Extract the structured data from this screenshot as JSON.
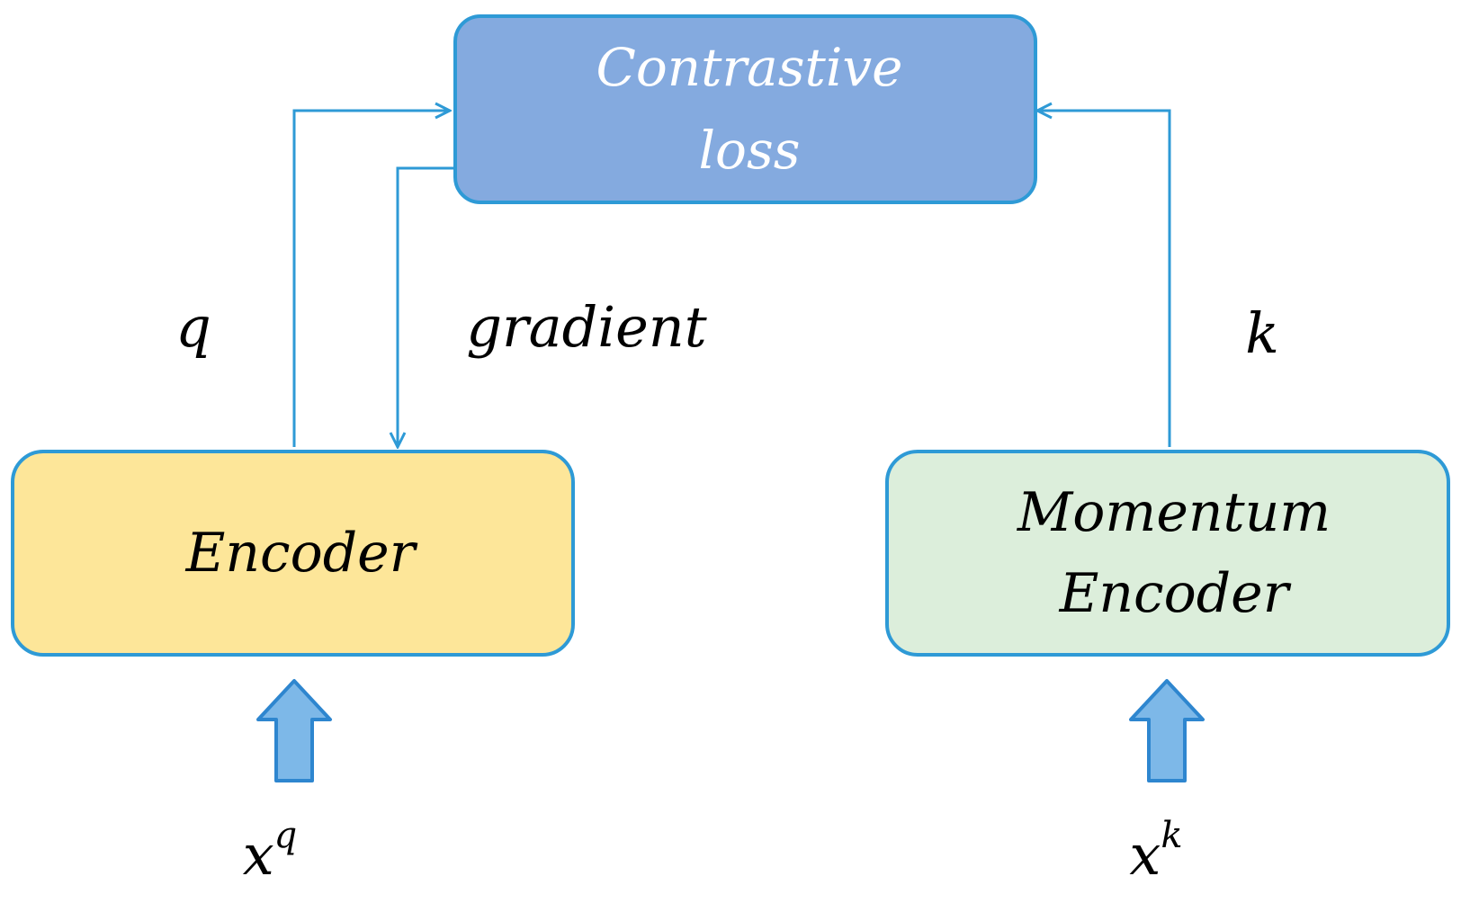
{
  "nodes": {
    "loss": {
      "line1": "Contrastive",
      "line2": "loss"
    },
    "encoder": {
      "label": "Encoder"
    },
    "momentum": {
      "line1": "Momentum",
      "line2": "Encoder"
    }
  },
  "edge_labels": {
    "q": "q",
    "gradient": "gradient",
    "k": "k"
  },
  "inputs": {
    "xq": {
      "base": "x",
      "sup": "q"
    },
    "xk": {
      "base": "x",
      "sup": "k"
    }
  },
  "colors": {
    "line": "#2e9ad6",
    "loss_fill": "#84aadf",
    "loss_stroke": "#2e9ad6",
    "loss_text": "#ffffff",
    "encoder_fill": "#fde699",
    "momentum_fill": "#dceedb",
    "box_stroke": "#2e9ad6",
    "input_arrow_fill": "#7db8e8",
    "input_arrow_stroke": "#2e86cf",
    "text": "#000000"
  }
}
